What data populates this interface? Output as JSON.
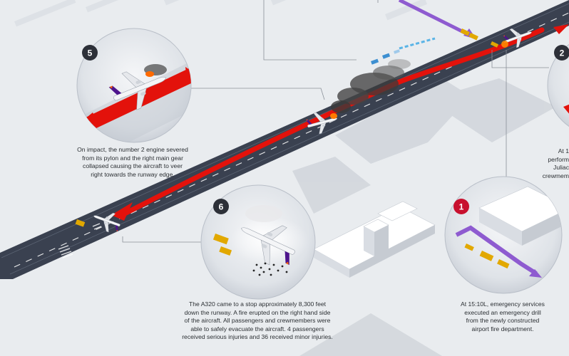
{
  "steps": [
    {
      "number": "1",
      "color": "#c8102e",
      "lines": [
        "At 15:10L, emergency services",
        "executed an emergency drill",
        "from the newly constructed",
        "airport fire department."
      ]
    },
    {
      "number": "2",
      "color": "#2d3038",
      "lines": [
        "At 1",
        "perform",
        "Juliac",
        "crewmem"
      ]
    },
    {
      "number": "5",
      "color": "#2d3038",
      "lines": [
        "On impact, the number 2 engine severed",
        "from its pylon and the right main gear",
        "collapsed causing the aircraft to veer",
        "right towards the runway edge."
      ]
    },
    {
      "number": "6",
      "color": "#2d3038",
      "lines": [
        "The A320 came to a stop approximately 8,300 feet",
        "down the runway. A fire erupted on the right hand side",
        "of the aircraft. All passengers and crewmembers were",
        "able to safely evacuate the aircraft. 4 passengers",
        "received serious injuries and 36 received minor injuries."
      ]
    }
  ],
  "colors": {
    "background": "#e9ecef",
    "runway": "#3a4150",
    "path_arrow": "#e3120b",
    "vehicle_route": "#8e5bd0",
    "aircraft_livery_purple": "#4d148c",
    "aircraft_livery_orange": "#ff6600",
    "fire_vehicle": "#e2a800",
    "rescue_vehicle": "#3d8fd1"
  }
}
